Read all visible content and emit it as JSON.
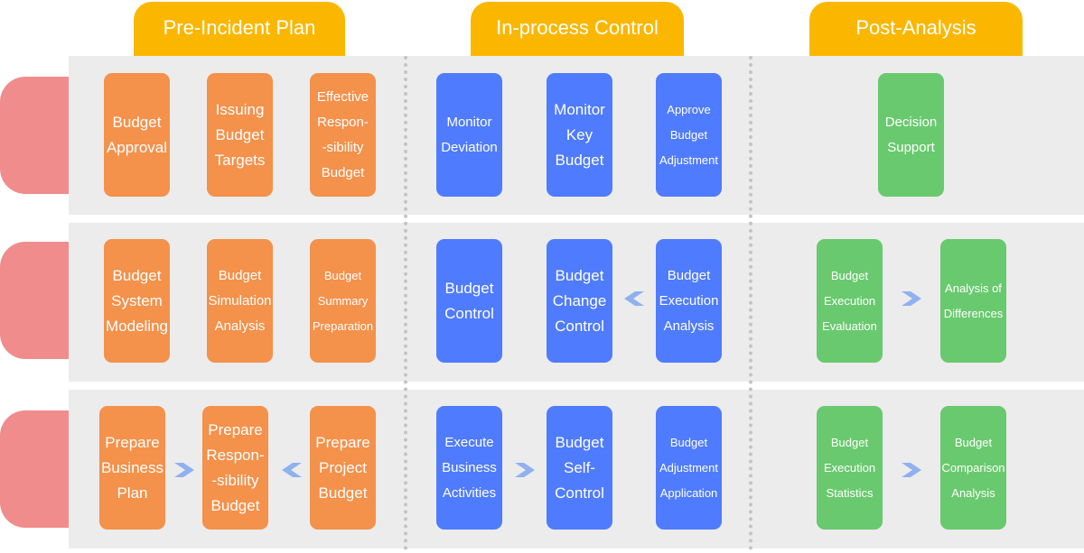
{
  "colors": {
    "header": "#fbb700",
    "band": "#ececec",
    "side_tab": "#f08c8c",
    "orange": "#f4914b",
    "blue": "#4f7bfe",
    "green": "#69c96e",
    "arrow": "#8fb1ee"
  },
  "headers": [
    "Pre-Incident Plan",
    "In-process Control",
    "Post-Analysis"
  ],
  "boxes": [
    {
      "text": "Budget\nApproval"
    },
    {
      "text": "Issuing\nBudget\nTargets"
    },
    {
      "text": "Effective\nRespon-\n-sibility\nBudget"
    },
    {
      "text": "Monitor\nDeviation"
    },
    {
      "text": "Monitor\nKey\nBudget"
    },
    {
      "text": "Approve\nBudget\nAdjustment"
    },
    {
      "text": "Decision\nSupport"
    },
    {
      "text": "Budget\nSystem\nModeling"
    },
    {
      "text": "Budget\nSimulation\nAnalysis"
    },
    {
      "text": "Budget\nSummary\nPreparation"
    },
    {
      "text": "Budget\nControl"
    },
    {
      "text": "Budget\nChange\nControl"
    },
    {
      "text": "Budget\nExecution\nAnalysis"
    },
    {
      "text": "Budget\nExecution\nEvaluation"
    },
    {
      "text": "Analysis of\nDifferences"
    },
    {
      "text": "Prepare\nBusiness\nPlan"
    },
    {
      "text": "Prepare\nRespon-\n-sibility\nBudget"
    },
    {
      "text": "Prepare\nProject\nBudget"
    },
    {
      "text": "Execute\nBusiness\nActivities"
    },
    {
      "text": "Budget\nSelf-\nControl"
    },
    {
      "text": "Budget\nAdjustment\nApplication"
    },
    {
      "text": "Budget\nExecution\nStatistics"
    },
    {
      "text": "Budget\nComparison\nAnalysis"
    }
  ]
}
